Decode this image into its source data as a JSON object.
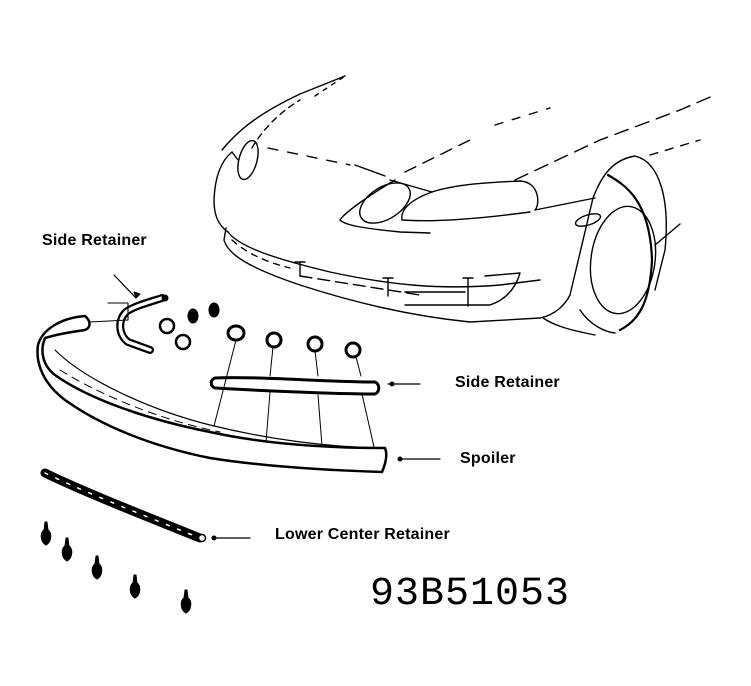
{
  "diagram": {
    "labels": {
      "side_retainer_upper": "Side Retainer",
      "side_retainer_right": "Side Retainer",
      "spoiler": "Spoiler",
      "lower_center_retainer": "Lower Center Retainer"
    },
    "figure_code": "93B51053",
    "colors": {
      "ink": "#000000",
      "background": "#ffffff"
    }
  }
}
